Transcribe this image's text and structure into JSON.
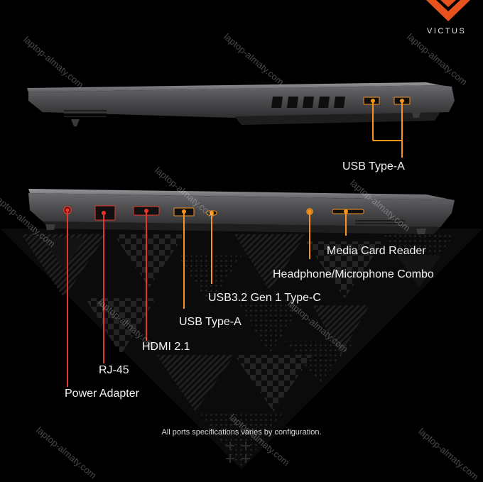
{
  "brand": {
    "name": "VICTUS",
    "logo_color": "#e8531d"
  },
  "colors": {
    "callout_orange": "#f7941d",
    "callout_red": "#e8342a",
    "chassis": "#4a4a4d"
  },
  "top_view": {
    "callouts": [
      {
        "label": "USB Type-A",
        "color": "#f7941d"
      }
    ]
  },
  "side_view": {
    "callouts": [
      {
        "label": "Media Card Reader",
        "color": "#f7941d"
      },
      {
        "label": "Headphone/Microphone Combo",
        "color": "#f7941d"
      },
      {
        "label": "USB3.2 Gen 1 Type-C",
        "color": "#f7941d"
      },
      {
        "label": "USB Type-A",
        "color": "#f7941d"
      },
      {
        "label": "HDMI 2.1",
        "color": "#e8342a"
      },
      {
        "label": "RJ-45",
        "color": "#e8342a"
      },
      {
        "label": "Power Adapter",
        "color": "#e8342a"
      }
    ]
  },
  "footnote": "All ports specifications varies by configuration.",
  "watermark": "laptop-almaty.com"
}
